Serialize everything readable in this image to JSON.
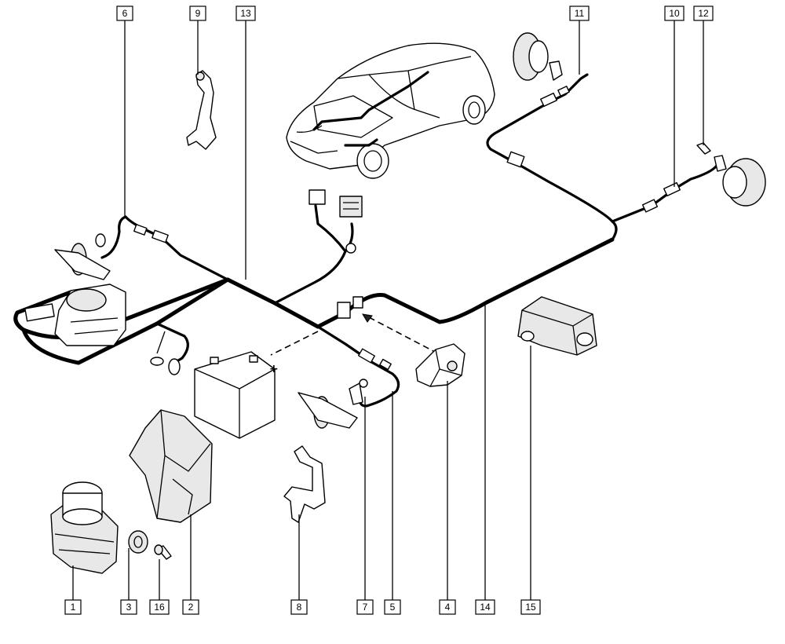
{
  "callouts": [
    {
      "id": "c1",
      "label": "1"
    },
    {
      "id": "c2",
      "label": "2"
    },
    {
      "id": "c3",
      "label": "3"
    },
    {
      "id": "c4",
      "label": "4"
    },
    {
      "id": "c5",
      "label": "5"
    },
    {
      "id": "c6",
      "label": "6"
    },
    {
      "id": "c7",
      "label": "7"
    },
    {
      "id": "c8",
      "label": "8"
    },
    {
      "id": "c9",
      "label": "9"
    },
    {
      "id": "c10",
      "label": "10"
    },
    {
      "id": "c11",
      "label": "11"
    },
    {
      "id": "c12",
      "label": "12"
    },
    {
      "id": "c13",
      "label": "13"
    },
    {
      "id": "c14",
      "label": "14"
    },
    {
      "id": "c15",
      "label": "15"
    },
    {
      "id": "c16",
      "label": "16"
    }
  ],
  "battery": {
    "plus_sign": "+"
  },
  "colors": {
    "line": "#000000",
    "background": "#ffffff",
    "shade": "#e8e8e8"
  }
}
